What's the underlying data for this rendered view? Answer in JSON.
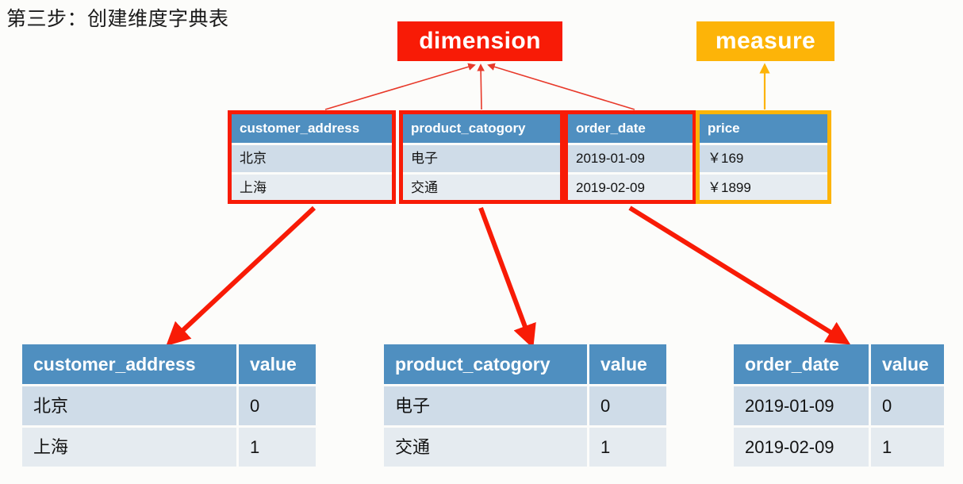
{
  "page": {
    "title": "第三步：创建维度字典表",
    "background": "#fcfcfa"
  },
  "colors": {
    "dimension": "#f81b06",
    "measure": "#fdb408",
    "table_header": "#4f8fc0",
    "row_odd": "#cfdce8",
    "row_even": "#e6ecf1",
    "header_text": "#ffffff",
    "body_text": "#131313"
  },
  "tags": [
    {
      "name": "dimension",
      "label": "dimension",
      "color": "#f81b06"
    },
    {
      "name": "measure",
      "label": "measure",
      "color": "#fdb408"
    }
  ],
  "fact_table": {
    "columns": [
      {
        "header": "customer_address",
        "role": "dimension",
        "highlight": "#f81b06",
        "cells": [
          "北京",
          "上海"
        ]
      },
      {
        "header": "product_catogory",
        "role": "dimension",
        "highlight": "#f81b06",
        "cells": [
          "电子",
          "交通"
        ]
      },
      {
        "header": "order_date",
        "role": "dimension",
        "highlight": "#f81b06",
        "cells": [
          "2019-01-09",
          "2019-02-09"
        ]
      },
      {
        "header": "price",
        "role": "measure",
        "highlight": "#fdb408",
        "cells": [
          "￥169",
          "￥1899"
        ]
      }
    ]
  },
  "dictionary_tables": [
    {
      "name": "customer-address-dictionary",
      "key_header": "customer_address",
      "value_header": "value",
      "rows": [
        {
          "key": "北京",
          "value": "0"
        },
        {
          "key": "上海",
          "value": "1"
        }
      ]
    },
    {
      "name": "product-catogory-dictionary",
      "key_header": "product_catogory",
      "value_header": "value",
      "rows": [
        {
          "key": "电子",
          "value": "0"
        },
        {
          "key": "交通",
          "value": "1"
        }
      ]
    },
    {
      "name": "order-date-dictionary",
      "key_header": "order_date",
      "value_header": "value",
      "rows": [
        {
          "key": "2019-01-09",
          "value": "0"
        },
        {
          "key": "2019-02-09",
          "value": "1"
        }
      ]
    }
  ],
  "connectors": {
    "thin_to_dimension": 3,
    "thin_to_measure": 1,
    "thick_to_dictionary": 3,
    "thin_color": "#e8392a",
    "measure_color": "#fdb408",
    "thick_color": "#f81b06"
  }
}
